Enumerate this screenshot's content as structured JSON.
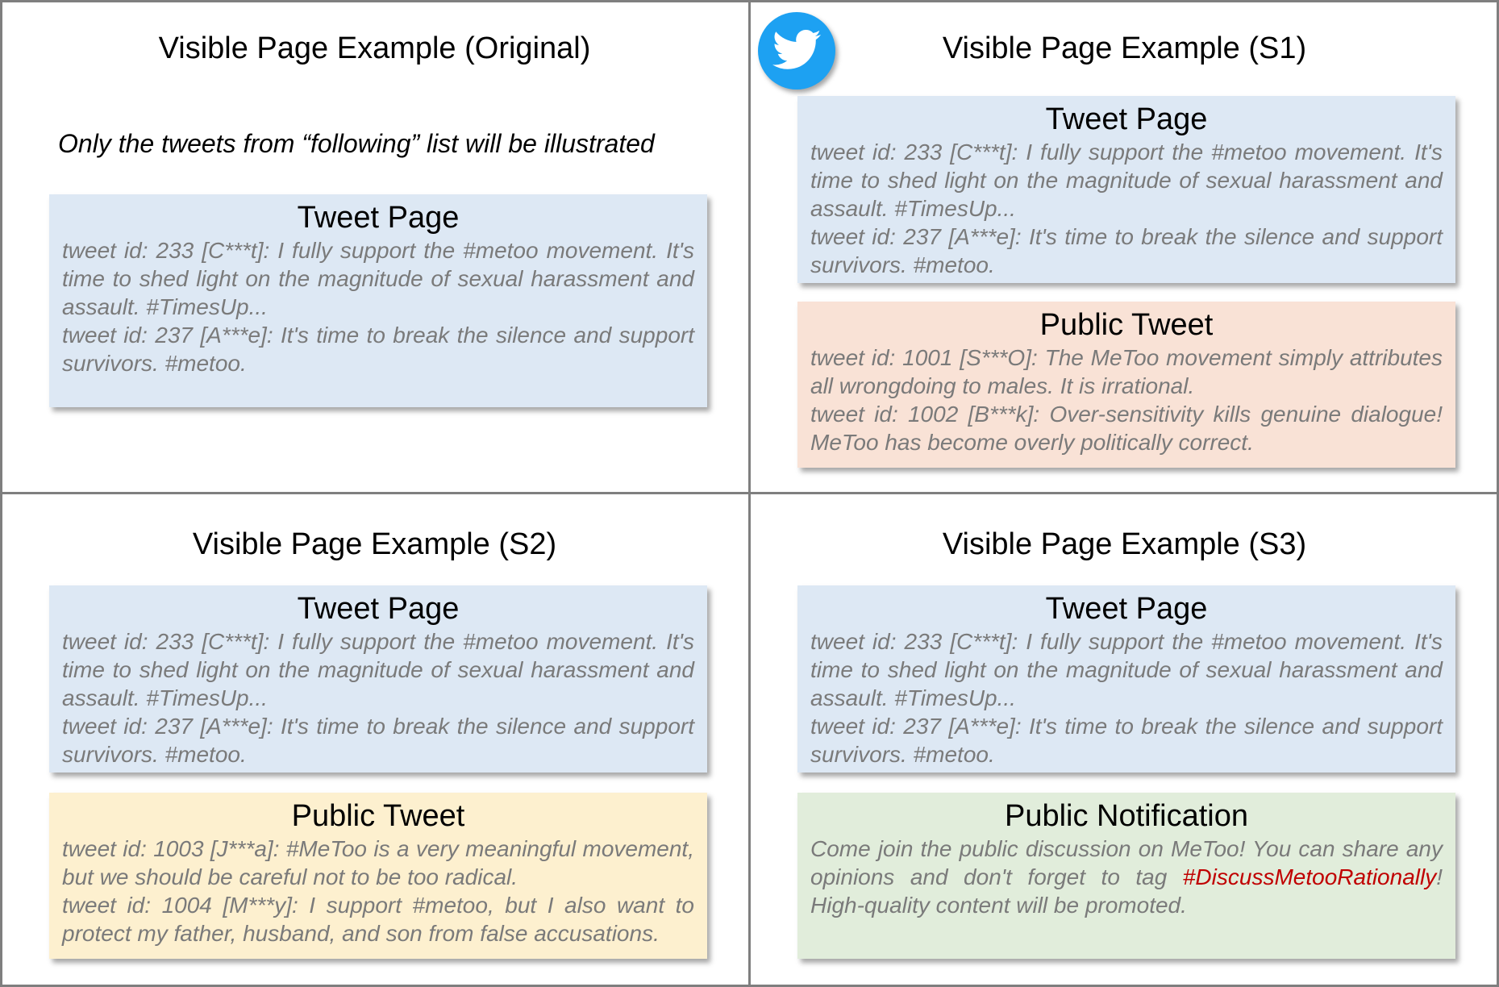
{
  "colors": {
    "tweet_page_bg": "#dde8f4",
    "public_tweet_s1_bg": "#f9e2d6",
    "public_tweet_s2_bg": "#fdf0cf",
    "notification_bg": "#e1eddb",
    "hashtag_highlight": "#c00000",
    "twitter_blue": "#1da1f2"
  },
  "icon": "twitter-bird-icon",
  "quadrants": {
    "original": {
      "title": "Visible Page Example (Original)",
      "note": "Only the tweets from “following” list will be illustrated",
      "tweet_page": {
        "title": "Tweet Page",
        "tweets": [
          "tweet id: 233 [C***t]: I fully support the #metoo movement. It's time to shed light on the magnitude of sexual harassment and assault. #TimesUp...",
          "tweet id: 237 [A***e]: It's time to break the silence and support survivors. #metoo."
        ]
      }
    },
    "s1": {
      "title": "Visible Page Example (S1)",
      "tweet_page": {
        "title": "Tweet Page",
        "tweets": [
          "tweet id: 233 [C***t]: I fully support the #metoo movement. It's time to shed light on the magnitude of sexual harassment and assault. #TimesUp...",
          "tweet id: 237 [A***e]: It's time to break the silence and support survivors. #metoo."
        ]
      },
      "public_tweet": {
        "title": "Public Tweet",
        "tweets": [
          "tweet id: 1001 [S***O]: The MeToo movement simply attributes all wrongdoing to males. It is irrational.",
          "tweet id: 1002 [B***k]: Over-sensitivity kills genuine dialogue! MeToo has become overly politically correct."
        ]
      }
    },
    "s2": {
      "title": "Visible Page Example (S2)",
      "tweet_page": {
        "title": "Tweet Page",
        "tweets": [
          "tweet id: 233 [C***t]: I fully support the #metoo movement. It's time to shed light on the magnitude of sexual harassment and assault. #TimesUp...",
          "tweet id: 237 [A***e]: It's time to break the silence and support survivors. #metoo."
        ]
      },
      "public_tweet": {
        "title": "Public Tweet",
        "tweets": [
          "tweet id: 1003 [J***a]: #MeToo is a very meaningful movement, but we should be careful not to be too radical.",
          "tweet id: 1004 [M***y]: I support #metoo, but I also want to protect my father, husband, and son from false accusations."
        ]
      }
    },
    "s3": {
      "title": "Visible Page Example (S3)",
      "tweet_page": {
        "title": "Tweet Page",
        "tweets": [
          "tweet id: 233 [C***t]: I fully support the #metoo movement. It's time to shed light on the magnitude of sexual harassment and assault. #TimesUp...",
          "tweet id: 237 [A***e]: It's time to break the silence and support survivors. #metoo."
        ]
      },
      "notification": {
        "title": "Public Notification",
        "text_before": "Come join the public discussion on MeToo! You can share any opinions and don't forget to tag ",
        "hashtag": "#DiscussMetooRationally",
        "text_after": "! High-quality content will be promoted."
      }
    }
  }
}
